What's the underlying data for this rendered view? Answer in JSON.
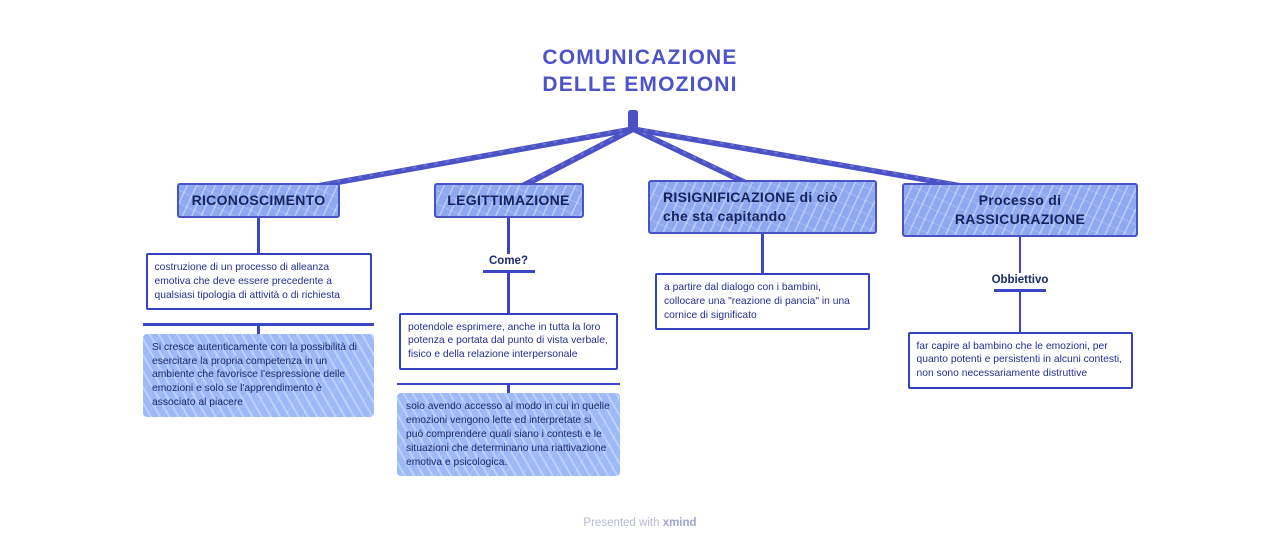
{
  "root": {
    "title_line1": "COMUNICAZIONE",
    "title_line2": "DELLE EMOZIONI"
  },
  "branches": [
    {
      "topic": "RICONOSCIMENTO",
      "children": [
        {
          "type": "plain",
          "text": "costruzione di un processo di alleanza emotiva che deve essere precedente a qualsiasi tipologia di attività o di richiesta"
        },
        {
          "type": "highlight",
          "text": "Si cresce autenticamente con la possibilità di esercitare la propria competenza in un ambiente che favorisce l'espressione delle emozioni e solo se l'apprendimento è associato al piacere"
        }
      ]
    },
    {
      "topic": "LEGITTIMAZIONE",
      "label": "Come?",
      "children": [
        {
          "type": "plain",
          "text": "potendole esprimere, anche in tutta la loro potenza e portata dal punto di vista verbale, fisico e della relazione interpersonale"
        },
        {
          "type": "highlight",
          "text": "solo avendo accesso al modo in cui in quelle emozioni vengono lette ed interpretate si può comprendere quali siano i contesti e le situazioni che determinano una riattivazione emotiva e psicologica."
        }
      ]
    },
    {
      "topic": "RISIGNIFICAZIONE di ciò che sta capitando",
      "children": [
        {
          "type": "plain",
          "text": "a partire dal dialogo con i bambini, collocare una \"reazione di pancia\" in una cornice di significato"
        }
      ]
    },
    {
      "topic": "Processo di RASSICURAZIONE",
      "label": "Obbiettivo",
      "children": [
        {
          "type": "plain",
          "text": "far capire al bambino che le emozioni, per quanto potenti e persistenti in alcuni contesti, non sono necessariamente distruttive"
        }
      ]
    }
  ],
  "footer": {
    "prefix": "Presented with ",
    "brand": "xmind"
  },
  "colors": {
    "accent_title": "#4d54c7",
    "fan_line": "#4a52c6",
    "topic_fill": "#8fa9f1",
    "topic_border": "#4a53c5",
    "topic_text": "#15235f",
    "plain_border": "#3442c2",
    "plain_text": "#232f91",
    "highlight_fill": "#9db9f7",
    "highlight_text": "#1b2a6b",
    "connector_thin": "#3947c5",
    "footer_text": "#b6bad6"
  }
}
